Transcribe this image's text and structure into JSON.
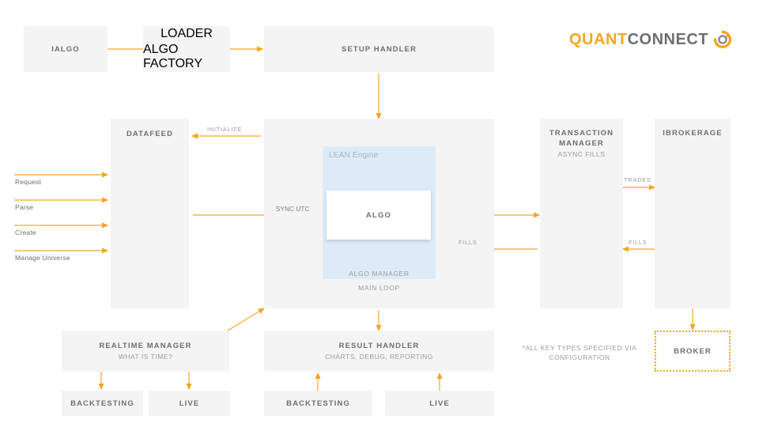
{
  "brand": {
    "name_part1": "QUANT",
    "name_part2": "CONNECT",
    "icon": "quantconnect-logo-icon",
    "orange": "#f5a623",
    "gray": "#6d6e71"
  },
  "colors": {
    "box_fill": "#f4f4f4",
    "panel_fill": "#ddeaf7",
    "arrow": "#f5a623",
    "title_text": "#6d6e71",
    "sub_text": "#9b9b9b"
  },
  "boxes": {
    "ialgo": {
      "title": "IALGO"
    },
    "loader_factory": {
      "top": "LOADER",
      "bottom": "ALGO FACTORY"
    },
    "setup_handler": {
      "title": "SETUP HANDLER"
    },
    "datafeed": {
      "title": "DATAFEED"
    },
    "transaction_manager": {
      "title": "TRANSACTION\nMANAGER",
      "sub": "ASYNC FILLS"
    },
    "ibrokerage": {
      "title": "IBROKERAGE"
    },
    "realtime_manager": {
      "title": "REALTIME MANAGER",
      "sub": "WHAT IS TIME?"
    },
    "result_handler": {
      "title": "RESULT HANDLER",
      "sub": "CHARTS, DEBUG, REPORTING"
    },
    "broker": {
      "title": "BROKER"
    },
    "rt_backtesting": {
      "title": "BACKTESTING"
    },
    "rt_live": {
      "title": "LIVE"
    },
    "rh_backtesting": {
      "title": "BACKTESTING"
    },
    "rh_live": {
      "title": "LIVE"
    }
  },
  "engine": {
    "panel_label": "LEAN Engine",
    "algo_label": "ALGO",
    "algo_manager": "ALGO MANAGER",
    "main_loop": "MAIN LOOP"
  },
  "arrow_labels": {
    "initialize": "INITIALIZE",
    "sync_utc": "SYNC UTC",
    "trades": "TRADES",
    "fills_right": "FILLS",
    "fills_left": "FILLS"
  },
  "datafeed_inputs": [
    {
      "label": "Request"
    },
    {
      "label": "Parse"
    },
    {
      "label": "Create"
    },
    {
      "label": "Manage Universe"
    }
  ],
  "footnote": {
    "text": "*ALL KEY TYPES SPECIFIED VIA\nCONFIGURATION"
  }
}
